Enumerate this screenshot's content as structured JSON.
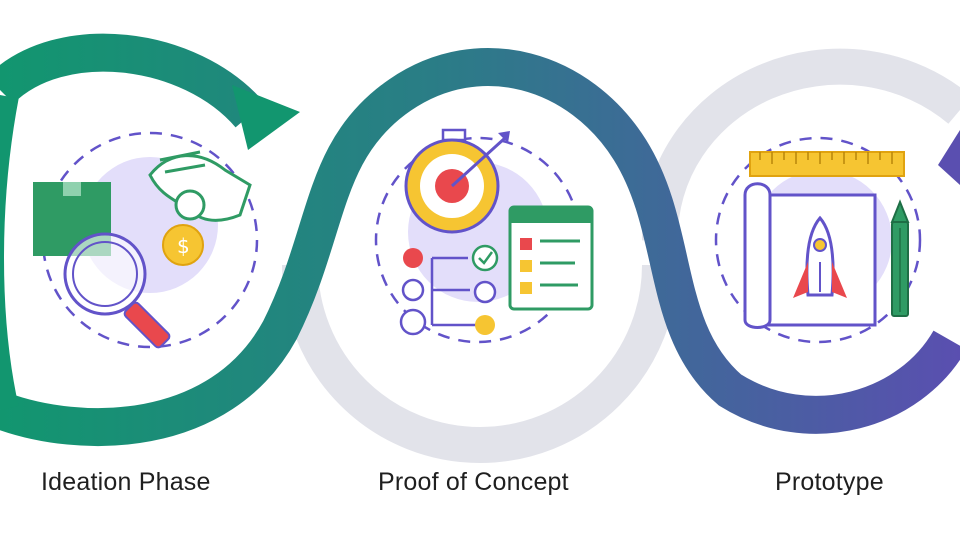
{
  "stages": [
    {
      "label": "Ideation Phase",
      "icon": "magnifier-box-coin-hand-icon"
    },
    {
      "label": "Proof of Concept",
      "icon": "target-stopwatch-checklist-icon"
    },
    {
      "label": "Prototype",
      "icon": "rocket-blueprint-ruler-pencil-icon"
    }
  ],
  "colors": {
    "ribbon_start": "#12966f",
    "ribbon_end": "#5a4fb0",
    "gray_ring": "#e2e3ea",
    "blob": "#e3defa",
    "outline": "#6253c9",
    "yellow": "#f6c532",
    "red": "#e9484d",
    "green": "#2f9b64"
  }
}
